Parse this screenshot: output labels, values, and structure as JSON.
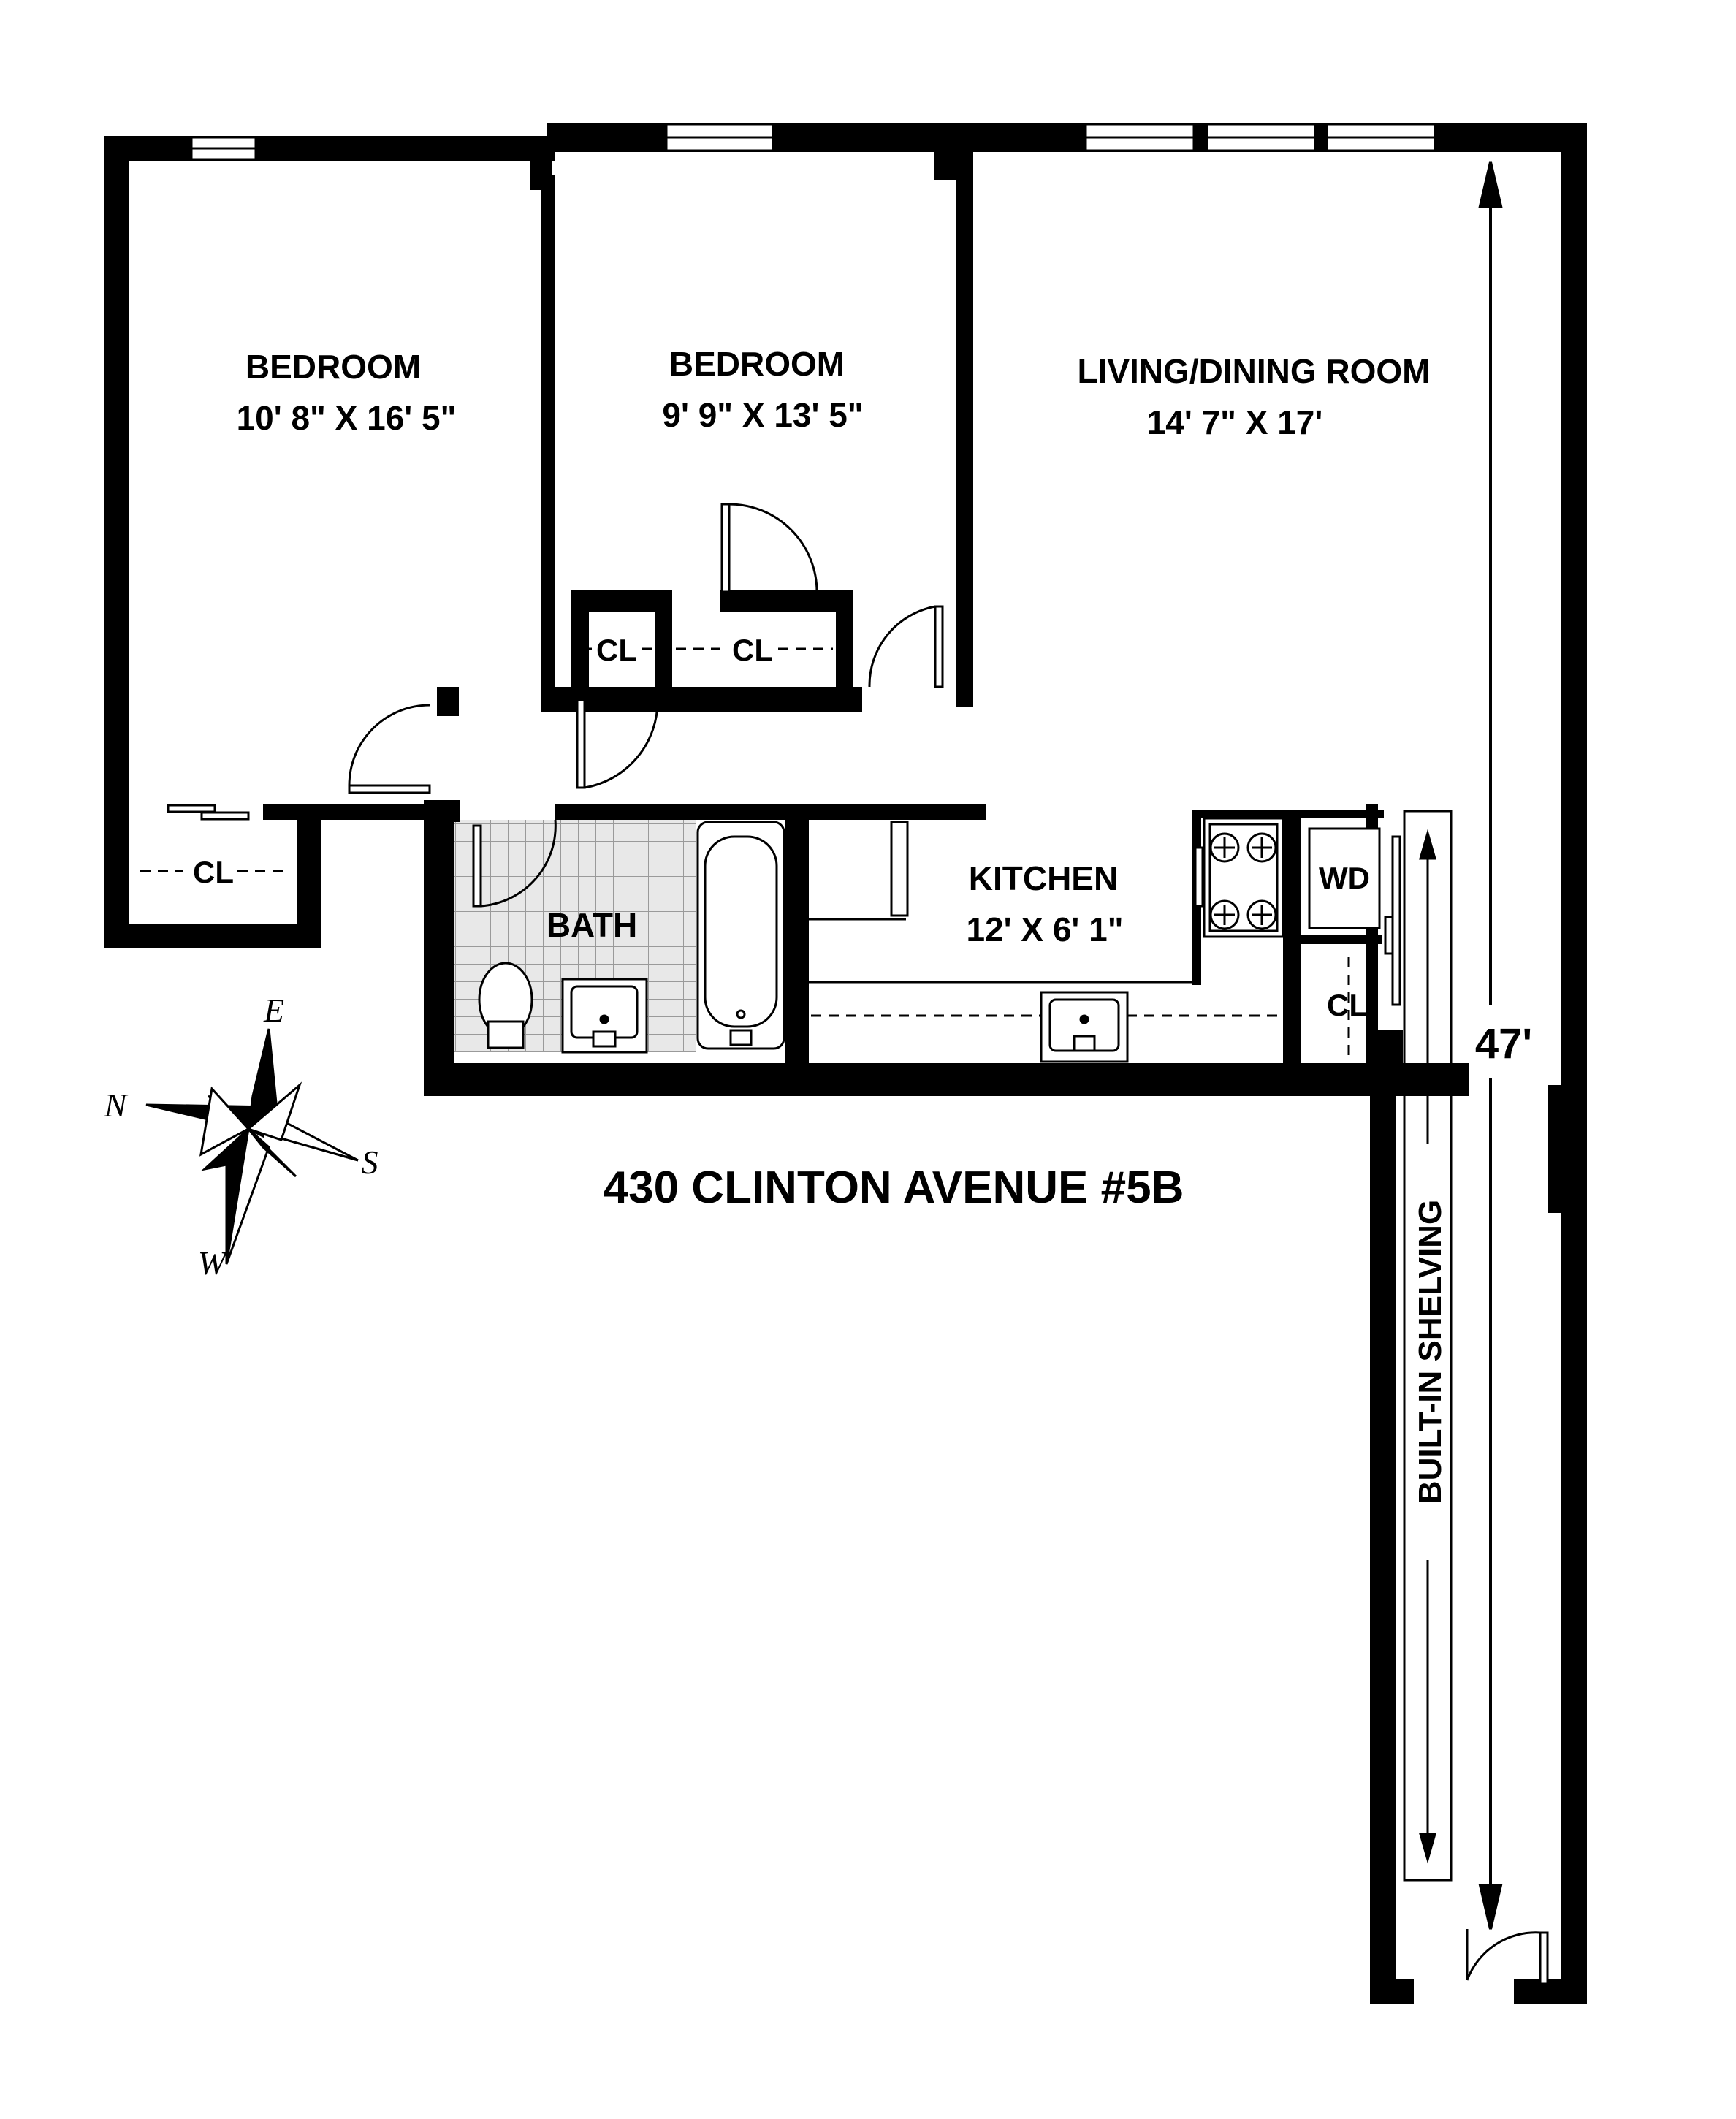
{
  "rooms": {
    "bedroom1": {
      "name": "BEDROOM",
      "size": "10' 8\" X 16' 5\""
    },
    "bedroom2": {
      "name": "BEDROOM",
      "size": "9' 9\" X 13' 5\""
    },
    "living": {
      "name": "LIVING/DINING ROOM",
      "size": "14' 7\" X 17'"
    },
    "kitchen": {
      "name": "KITCHEN",
      "size": "12' X 6' 1\""
    },
    "bath": {
      "name": "BATH"
    }
  },
  "closets": {
    "cl1": "CL",
    "cl2": "CL",
    "cl3": "CL",
    "cl4": "CL"
  },
  "appliances": {
    "wd": "WD"
  },
  "dimension": "47'",
  "shelving": "BUILT-IN SHELVING",
  "address": "430 CLINTON AVENUE #5B",
  "compass": {
    "e": "E",
    "n": "N",
    "s": "S",
    "w": "W"
  },
  "colors": {
    "wall": "#000000",
    "tile_grid": "#9a9a9a",
    "tile_bg": "#e8e8e8",
    "compass_accent": "#d40000"
  }
}
